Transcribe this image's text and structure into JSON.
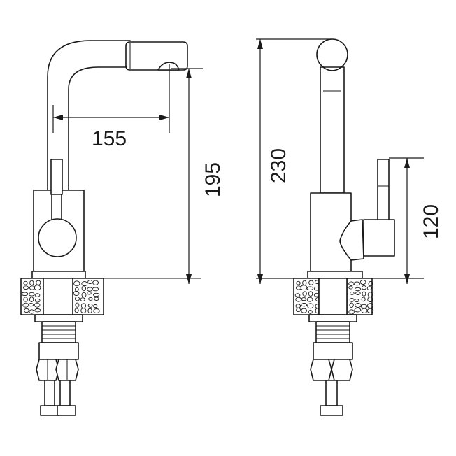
{
  "dimensions": {
    "spout_reach": "155",
    "spout_height": "195",
    "total_height": "230",
    "lever_height": "120"
  },
  "colors": {
    "line": "#1a1a1a",
    "background": "#ffffff"
  }
}
